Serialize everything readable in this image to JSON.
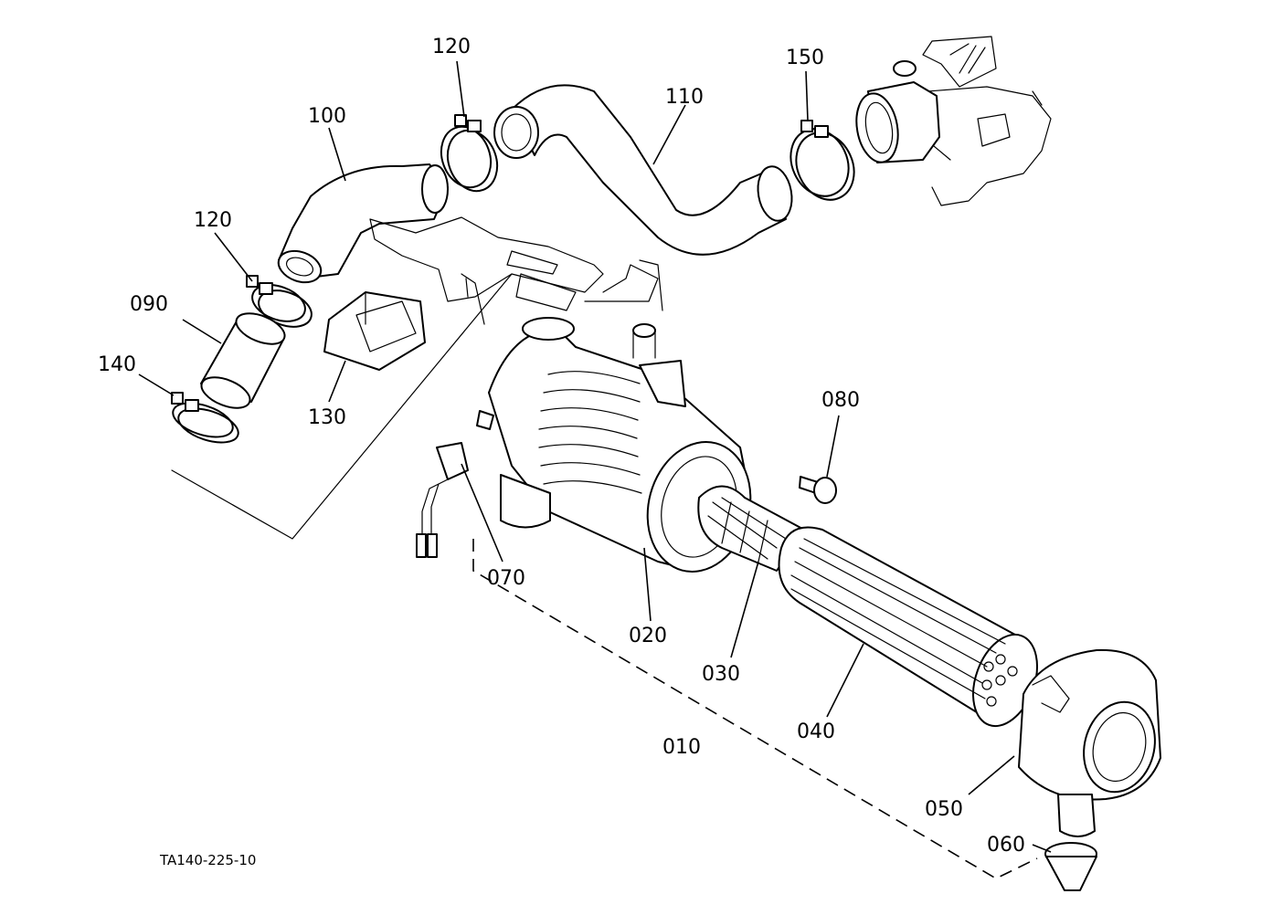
{
  "drawing_ref": "TA140-225-10",
  "parts": {
    "p010": "010",
    "p020": "020",
    "p030": "030",
    "p040": "040",
    "p050": "050",
    "p060": "060",
    "p070": "070",
    "p080": "080",
    "p090": "090",
    "p100": "100",
    "p110": "110",
    "p120a": "120",
    "p120b": "120",
    "p130": "130",
    "p140": "140",
    "p150": "150"
  }
}
